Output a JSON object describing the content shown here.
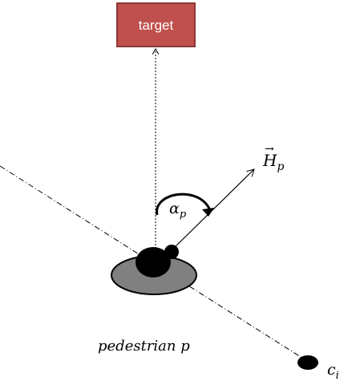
{
  "target": {
    "label": "target",
    "fill_color": "#c0504d",
    "border_color": "#8c3836"
  },
  "heading_vector": {
    "symbol": "H",
    "subscript": "p",
    "arrow_mark": "→"
  },
  "angle": {
    "symbol": "α",
    "subscript": "p"
  },
  "pedestrian": {
    "label": "pedestrian p",
    "body_color": "#000000",
    "shadow_color": "#808080"
  },
  "other_pedestrian": {
    "symbol": "c",
    "subscript": "i"
  }
}
